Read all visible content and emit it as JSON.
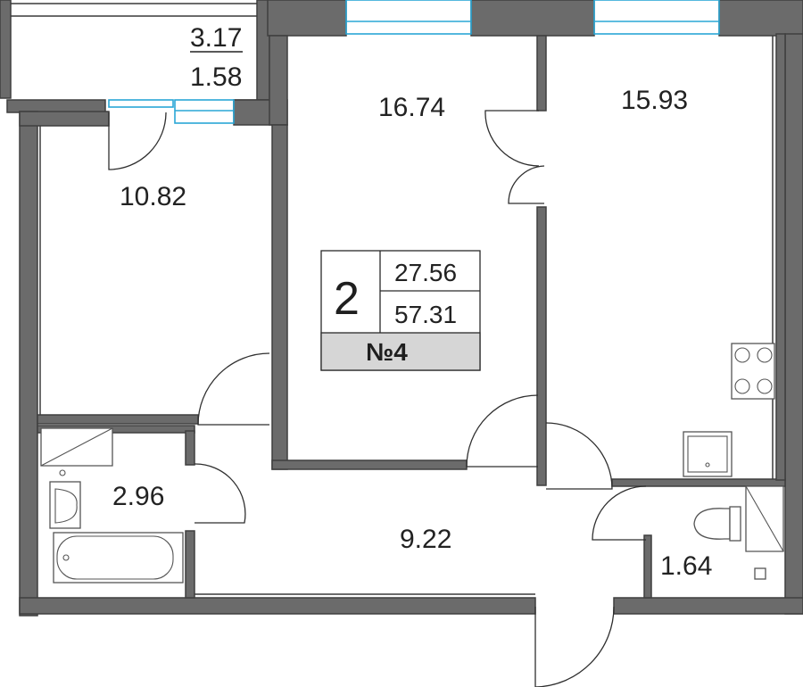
{
  "rooms": {
    "balcony_total": "3.17",
    "balcony_reduced": "1.58",
    "room_left": "10.82",
    "room_center": "16.74",
    "room_right": "15.93",
    "bathroom": "2.96",
    "hallway": "9.22",
    "toilet": "1.64"
  },
  "summary": {
    "room_count": "2",
    "living_area": "27.56",
    "total_area": "57.31",
    "apartment_number": "№4"
  },
  "colors": {
    "wall": "#6b6b6b",
    "window": "#2aa7d6",
    "label_band": "#d6d6d6"
  }
}
